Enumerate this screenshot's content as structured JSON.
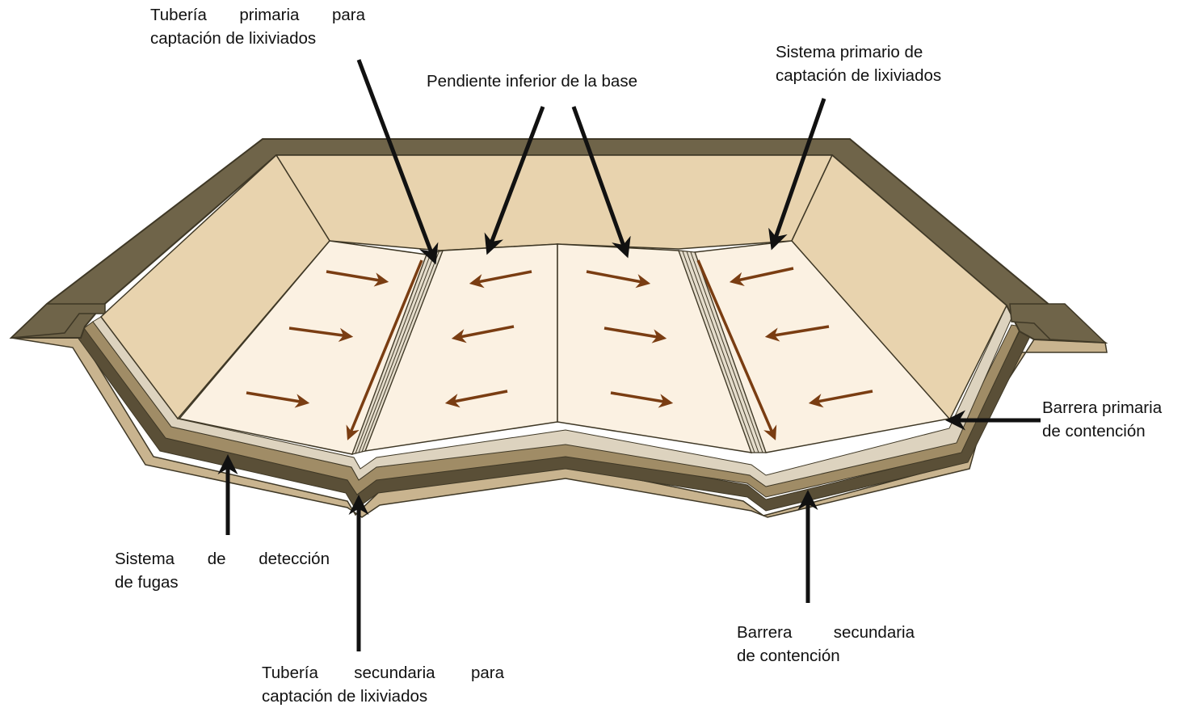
{
  "labels": {
    "primary_pipe": {
      "line1": "Tubería primaria para",
      "line2": "captación de lixiviados"
    },
    "bottom_slope": "Pendiente inferior de la base",
    "primary_system": {
      "line1": "Sistema primario de",
      "line2": "captación de lixiviados"
    },
    "primary_barrier": {
      "line1": "Barrera primaria",
      "line2": "de contención"
    },
    "leak_detection": {
      "line1": "Sistema de detección",
      "line2": "de fugas"
    },
    "secondary_pipe": {
      "line1": "Tubería secundaria para",
      "line2": "captación de lixiviados"
    },
    "secondary_barrier": {
      "line1": "Barrera secundaria",
      "line2": "de contención"
    }
  },
  "colors": {
    "rim": "#6f6449",
    "rim_outline": "#3f3826",
    "wall": "#e8d3ae",
    "floor": "#fbf1e2",
    "liner_light": "#ddd3bf",
    "layer_dark": "#5a4f37",
    "layer_sand": "#c9b48f",
    "flow_arrow": "#7a3d12",
    "pointer": "#111111"
  }
}
